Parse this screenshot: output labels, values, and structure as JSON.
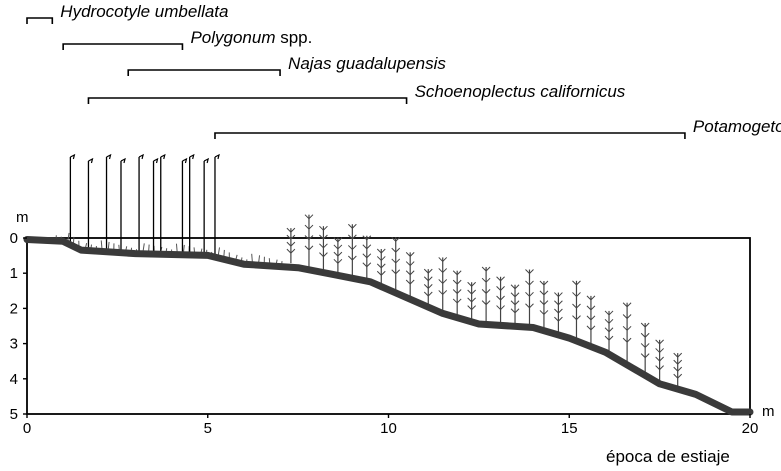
{
  "species_ranges": [
    {
      "genus_species": "Hydrocotyle umbellata",
      "suffix": "",
      "x_start": 0.0,
      "x_end": 0.7
    },
    {
      "genus_species": "Polygonum",
      "suffix": " spp.",
      "x_start": 1.0,
      "x_end": 4.3
    },
    {
      "genus_species": "Najas guadalupensis",
      "suffix": "",
      "x_start": 2.8,
      "x_end": 7.0
    },
    {
      "genus_species": "Schoenoplectus californicus",
      "suffix": "",
      "x_start": 1.7,
      "x_end": 10.5
    },
    {
      "genus_species": "Potamogeton illinoensis",
      "suffix": "",
      "x_start": 5.2,
      "x_end": 18.2
    }
  ],
  "profile": {
    "depth_unit": "m",
    "distance_unit": "m",
    "caption": "época de estiaje",
    "x_ticks": [
      "0",
      "5",
      "10",
      "15",
      "20"
    ],
    "y_ticks": [
      "0",
      "1",
      "2",
      "3",
      "4",
      "5"
    ],
    "xlim": [
      0,
      20
    ],
    "ylim": [
      0,
      5
    ],
    "bottom_depth": [
      [
        0,
        0.1
      ],
      [
        1,
        0.15
      ],
      [
        1.5,
        0.4
      ],
      [
        3,
        0.5
      ],
      [
        5,
        0.55
      ],
      [
        6,
        0.8
      ],
      [
        7.5,
        0.9
      ],
      [
        8.5,
        1.1
      ],
      [
        9.5,
        1.3
      ],
      [
        11.5,
        2.2
      ],
      [
        12.5,
        2.5
      ],
      [
        14,
        2.6
      ],
      [
        15,
        2.9
      ],
      [
        16,
        3.3
      ],
      [
        17.5,
        4.2
      ],
      [
        18.5,
        4.5
      ],
      [
        19.5,
        5.0
      ],
      [
        20,
        5.0
      ]
    ],
    "emergent_stems": [
      1.2,
      1.7,
      2.2,
      2.6,
      3.1,
      3.5,
      3.7,
      4.3,
      4.5,
      4.9,
      5.2
    ],
    "submerged_plants": [
      [
        7.3,
        0.8
      ],
      [
        7.8,
        0.9
      ],
      [
        8.2,
        1.0
      ],
      [
        8.6,
        1.1
      ],
      [
        9.0,
        1.2
      ],
      [
        9.4,
        1.3
      ],
      [
        9.8,
        1.45
      ],
      [
        10.2,
        1.6
      ],
      [
        10.6,
        1.8
      ],
      [
        11.1,
        2.05
      ],
      [
        11.5,
        2.2
      ],
      [
        11.9,
        2.35
      ],
      [
        12.3,
        2.45
      ],
      [
        12.7,
        2.5
      ],
      [
        13.1,
        2.55
      ],
      [
        13.5,
        2.55
      ],
      [
        13.9,
        2.6
      ],
      [
        14.3,
        2.7
      ],
      [
        14.7,
        2.8
      ],
      [
        15.2,
        2.95
      ],
      [
        15.6,
        3.15
      ],
      [
        16.1,
        3.35
      ],
      [
        16.6,
        3.6
      ],
      [
        17.1,
        3.95
      ],
      [
        17.5,
        4.2
      ],
      [
        18.0,
        4.35
      ]
    ]
  }
}
